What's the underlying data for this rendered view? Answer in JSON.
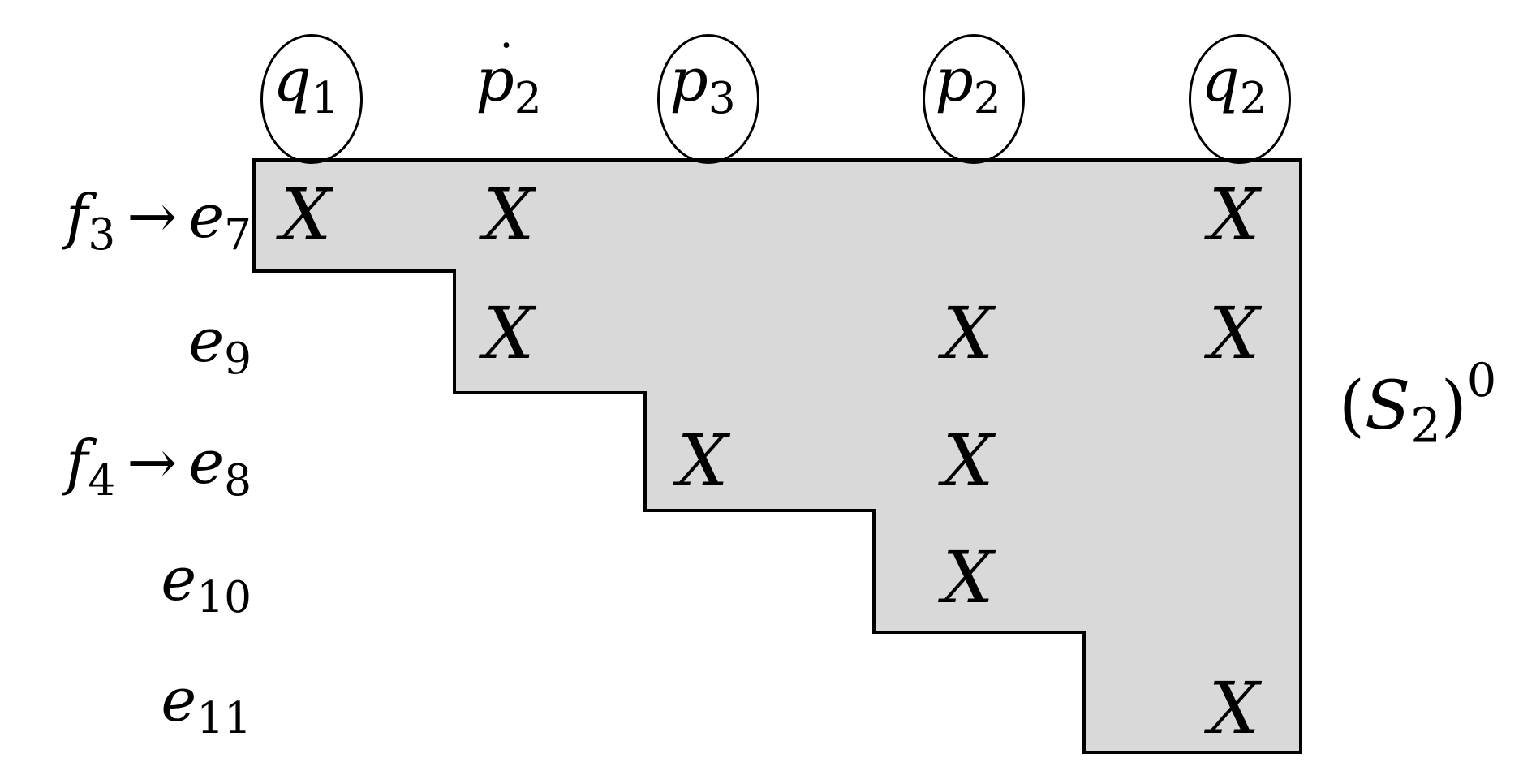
{
  "columns": [
    {
      "var": "q",
      "sub": "1",
      "circled": true,
      "dot": false
    },
    {
      "var": "p",
      "sub": "2",
      "circled": false,
      "dot": true
    },
    {
      "var": "p",
      "sub": "3",
      "circled": true,
      "dot": false
    },
    {
      "var": "p",
      "sub": "2",
      "circled": true,
      "dot": false
    },
    {
      "var": "q",
      "sub": "2",
      "circled": true,
      "dot": false
    }
  ],
  "rows": [
    {
      "lhs_var": "f",
      "lhs_sub": "3",
      "arrow": "→",
      "var": "e",
      "sub": "7"
    },
    {
      "lhs_var": "",
      "lhs_sub": "",
      "arrow": "",
      "var": "e",
      "sub": "9"
    },
    {
      "lhs_var": "f",
      "lhs_sub": "4",
      "arrow": "→",
      "var": "e",
      "sub": "8"
    },
    {
      "lhs_var": "",
      "lhs_sub": "",
      "arrow": "",
      "var": "e",
      "sub": "10"
    },
    {
      "lhs_var": "",
      "lhs_sub": "",
      "arrow": "",
      "var": "e",
      "sub": "11"
    }
  ],
  "cell_mark": "X",
  "marks": [
    [
      0,
      0
    ],
    [
      0,
      1
    ],
    [
      0,
      4
    ],
    [
      1,
      1
    ],
    [
      1,
      3
    ],
    [
      1,
      4
    ],
    [
      2,
      2
    ],
    [
      2,
      3
    ],
    [
      3,
      3
    ],
    [
      4,
      4
    ]
  ],
  "region": {
    "open": "(",
    "var": "S",
    "sub": "2",
    "close": ")",
    "sup": "0",
    "fill": "#d9d9d9"
  }
}
